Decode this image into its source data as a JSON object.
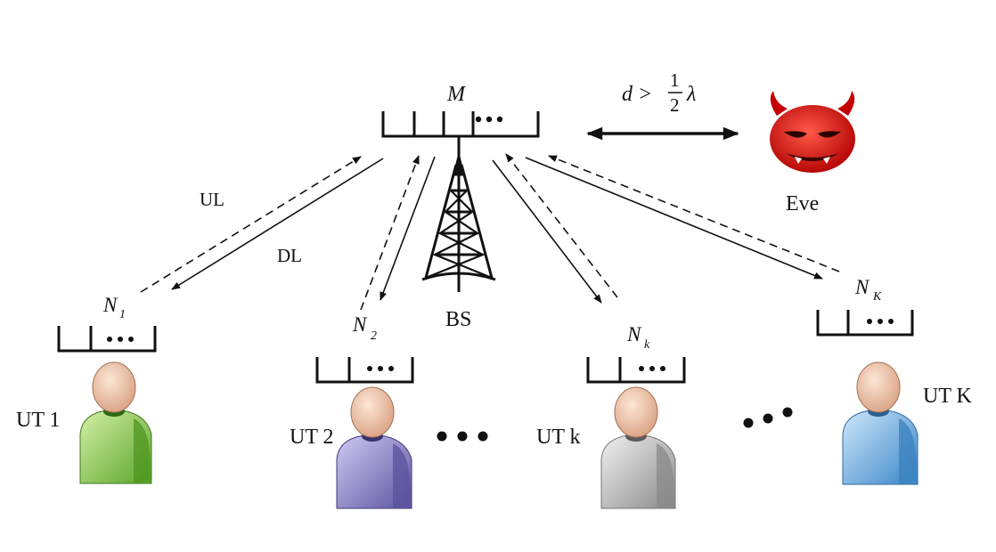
{
  "labels": {
    "ul": "UL",
    "dl": "DL",
    "bs": "BS",
    "eve": "Eve",
    "antenna_bs": "M",
    "distance": "d >",
    "fraction_num": "1",
    "fraction_den": "2",
    "wavelength": "λ"
  },
  "users": [
    {
      "label": "UT 1",
      "antenna_base": "N",
      "antenna_sub": "1",
      "color": "#8ccc55"
    },
    {
      "label": "UT 2",
      "antenna_base": "N",
      "antenna_sub": "2",
      "color": "#8c84c8"
    },
    {
      "label": "UT k",
      "antenna_base": "N",
      "antenna_sub": "k",
      "color": "#bdbdbd"
    },
    {
      "label": "UT K",
      "antenna_base": "N",
      "antenna_sub": "K",
      "color": "#6aaee0"
    }
  ],
  "colors": {
    "eve": "#d81010",
    "skin": "#f2c6a8",
    "line": "#111111"
  },
  "icons": [
    "base-station-tower-icon",
    "devil-icon",
    "user-icon",
    "antenna-array-icon"
  ]
}
